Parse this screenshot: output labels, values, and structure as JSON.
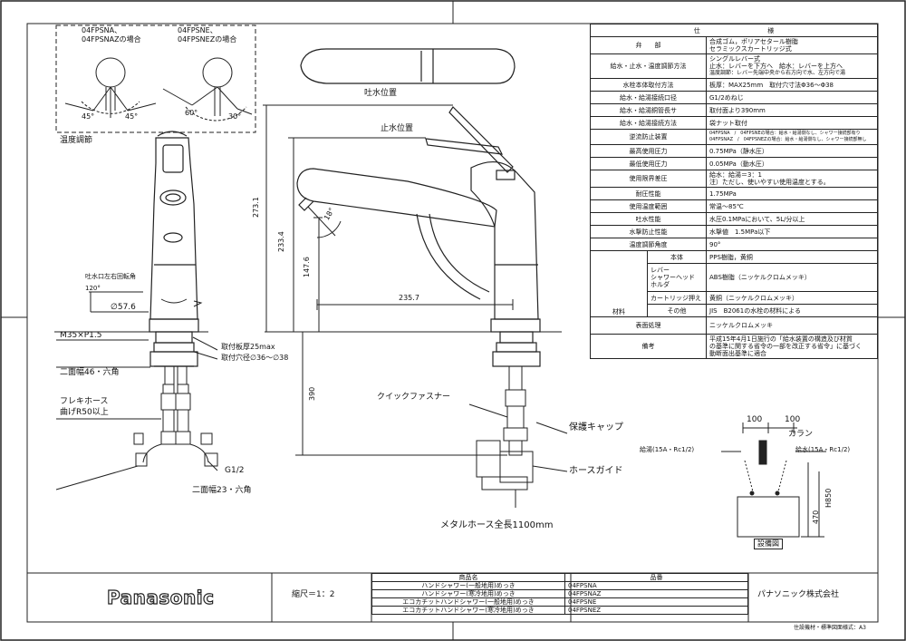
{
  "top_left_panel": {
    "model_a": "04FPSNA、",
    "model_a2": "04FPSNAZの場合",
    "model_b": "04FPSNE、",
    "model_b2": "04FPSNEZの場合",
    "angle_a_left": "45°",
    "angle_a_right": "45°",
    "angle_b_left": "60°",
    "angle_b_right": "30°",
    "temp_label": "温度調節"
  },
  "side_view": {
    "spout_position": "吐水位置",
    "stop_position": "止水位置",
    "dim_273": "273.1",
    "dim_233": "233.4",
    "dim_147": "147.6",
    "dim_235": "235.7",
    "angle_18": "18°",
    "dim_390": "390"
  },
  "front_view": {
    "rotation_label": "吐水口左右回転角",
    "rotation_value": "120°",
    "diameter": "∅57.6",
    "thread": "M35×P1.5",
    "mount_plate": "取付板厚25max",
    "mount_hole": "取付穴径∅36〜∅38",
    "width_46": "二面幅46・六角",
    "flex_hose": "フレキホース",
    "bend_r": "曲げR50以上",
    "g12": "G1/2",
    "width_23": "二面幅23・六角"
  },
  "parts_labels": {
    "quick_fastener": "クイックファスナー",
    "protect_cap": "保護キャップ",
    "hose_guide": "ホースガイド",
    "metal_hose": "メタルホース全長1100mm"
  },
  "install_diagram": {
    "dim_100a": "100",
    "dim_100b": "100",
    "faucet": "カラン",
    "hot_supply": "給湯(15A・Rc1/2)",
    "water_supply": "給水(15A・Rc1/2)",
    "dim_h850": "H850",
    "dim_470": "470",
    "caption": "設備図"
  },
  "spec": {
    "header_left": "仕",
    "header_right": "様",
    "rows": [
      {
        "k": "弁　　部",
        "v": "合成ゴム，ポリアセタール樹脂",
        "v2": "セラミックスカートリッジ式"
      },
      {
        "k": "給水・止水・温度調節方法",
        "v": "シングルレバー式",
        "v2": "止水：レバーを下方へ　給水：レバーを上方へ",
        "v3": "温度調節：レバー先端中央から右方向で水、左方向で湯"
      },
      {
        "k": "水栓本体取付方法",
        "v": "板厚：MAX25mm　取付穴寸法Φ36〜Φ38"
      },
      {
        "k": "給水・給湯接続口径",
        "v": "G1/2めねじ"
      },
      {
        "k": "給水・給湯銅管長サ",
        "v": "取付面より390mm"
      },
      {
        "k": "給水・給湯接続方法",
        "v": "袋ナット取付"
      },
      {
        "k": "逆流防止装置",
        "v": "04FPSNA　/　04FPSNEの場合：給水・給湯側なし、シャワー接続部有り",
        "v2": "04FPSNAZ　/　04FPSNEZの場合：給水・給湯側なし、シャワー接続部無し"
      },
      {
        "k": "最高使用圧力",
        "v": "0.75MPa（静水圧）"
      },
      {
        "k": "最低使用圧力",
        "v": "0.05MPa（動水圧）"
      },
      {
        "k": "使用限界差圧",
        "v": "給水：給湯＝3：1",
        "v2": "注）ただし、使いやすい使用温度とする。"
      },
      {
        "k": "耐圧性能",
        "v": "1.75MPa"
      },
      {
        "k": "使用温度範囲",
        "v": "常温〜85℃"
      },
      {
        "k": "吐水性能",
        "v": "水圧0.1MPaにおいて、5L/分以上"
      },
      {
        "k": "水撃防止性能",
        "v": "水撃値　1.5MPa以下"
      },
      {
        "k": "温度調節角度",
        "v": "90°"
      }
    ],
    "material_label": "材料",
    "materials": [
      {
        "k": "本体",
        "v": "PPS樹脂，黄銅"
      },
      {
        "k": "レバー\nシャワーヘッド\nホルダ",
        "k1": "レバー",
        "k2": "シャワーヘッド",
        "k3": "ホルダ",
        "v": "ABS樹脂（ニッケルクロムメッキ）"
      },
      {
        "k": "カートリッジ押え",
        "v": "黄銅（ニッケルクロムメッキ）"
      },
      {
        "k": "その他",
        "v": "JIS　B2061の水栓の材料による"
      }
    ],
    "surface_k": "表面処理",
    "surface_v": "ニッケルクロムメッキ",
    "remarks_k": "備考",
    "remarks_v1": "平成15年4月1日施行の「給水装置の構造及び材質",
    "remarks_v2": "の基準に関する省令の一部を改正する省令」に基づく",
    "remarks_v3": "動断面出基準に適合"
  },
  "title_block": {
    "brand": "Panasonic",
    "scale": "縮尺＝1：2",
    "col_name": "商品名",
    "col_code": "品番",
    "products": [
      {
        "name": "ハンドシャワー(一般地用)めっき",
        "code": "04FPSNA"
      },
      {
        "name": "ハンドシャワー(寒冷地用)めっき",
        "code": "04FPSNAZ"
      },
      {
        "name": "エコカチットハンドシャワー(一般地用)めっき",
        "code": "04FPSNE"
      },
      {
        "name": "エコカチットハンドシャワー(寒冷地用)めっき",
        "code": "04FPSNEZ"
      }
    ],
    "company": "パナソニック株式会社",
    "footnote": "住設機材・標準図面様式：A3"
  }
}
